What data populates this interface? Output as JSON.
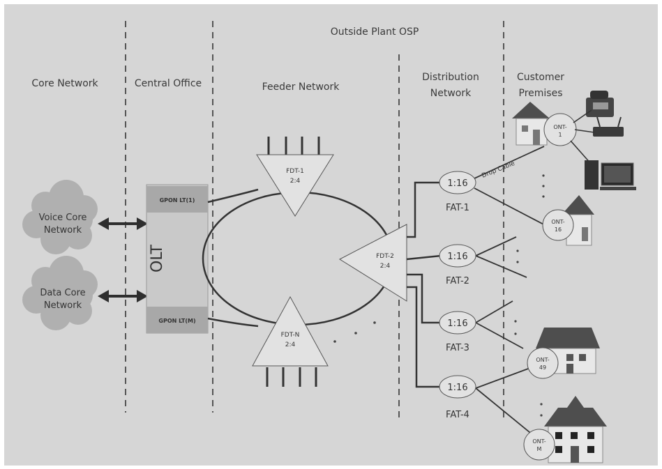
{
  "sections": {
    "top": "Outside Plant OSP",
    "core": "Core Network",
    "central": "Central Office",
    "feeder": "Feeder Network",
    "distribution_1": "Distribution",
    "distribution_2": "Network",
    "customer_1": "Customer",
    "customer_2": "Premises"
  },
  "core_clouds": {
    "voice_1": "Voice Core",
    "voice_2": "Network",
    "data_1": "Data Core",
    "data_2": "Network"
  },
  "olt": {
    "label": "OLT",
    "port_top": "GPON LT(1)",
    "port_bottom": "GPON LT(M)"
  },
  "fdt": {
    "fdt1_name": "FDT-1",
    "fdt1_ratio": "2:4",
    "fdt2_name": "FDT-2",
    "fdt2_ratio": "2:4",
    "fdtn_name": "FDT-N",
    "fdtn_ratio": "2:4"
  },
  "fat": {
    "items": [
      {
        "ratio": "1:16",
        "name": "FAT-1"
      },
      {
        "ratio": "1:16",
        "name": "FAT-2"
      },
      {
        "ratio": "1:16",
        "name": "FAT-3"
      },
      {
        "ratio": "1:16",
        "name": "FAT-4"
      }
    ]
  },
  "drop_cable": "Drop Cable",
  "ont": {
    "ont1_a": "ONT-",
    "ont1_b": "1",
    "ont16_a": "ONT-",
    "ont16_b": "16",
    "ont49_a": "ONT-",
    "ont49_b": "49",
    "ontm_a": "ONT-",
    "ontm_b": "M"
  },
  "colors": {
    "background": "#d6d6d6",
    "line": "#3a3a3a",
    "box": "#c9c9c9",
    "port": "#a8a8a8",
    "cloud": "#b0b0b0",
    "splitter": "#e2e2e2",
    "house_wall": "#e8e8e8",
    "house_roof": "#4e4e4e"
  }
}
